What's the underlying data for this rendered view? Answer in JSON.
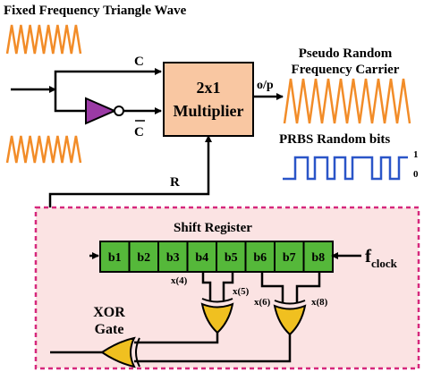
{
  "title": "Fixed Frequency Triangle Wave",
  "labels": {
    "c": "C",
    "c_bar": "C",
    "r": "R",
    "op": "o/p",
    "multiplier_line1": "2x1",
    "multiplier_line2": "Multiplier",
    "carrier_line1": "Pseudo Random",
    "carrier_line2": "Frequency Carrier",
    "prbs": "PRBS Random bits",
    "prbs_high": "1",
    "prbs_low": "0",
    "shift_register": "Shift Register",
    "clock_f": "f",
    "clock_sub": "clock",
    "xor_line1": "XOR",
    "xor_line2": "Gate"
  },
  "register_bits": [
    "b1",
    "b2",
    "b3",
    "b4",
    "b5",
    "b6",
    "b7",
    "b8"
  ],
  "taps": [
    "x(4)",
    "x(5)",
    "x(6)",
    "x(8)"
  ],
  "colors": {
    "triangle_wave": "#f28c28",
    "multiplier_fill": "#f9c7a2",
    "inverter_fill": "#9b3aa5",
    "prbs_wave": "#2a55c8",
    "region_fill": "#fbe3e3",
    "region_border": "#d6287c",
    "register_cell": "#55b83a",
    "xor_fill": "#f0c020"
  }
}
